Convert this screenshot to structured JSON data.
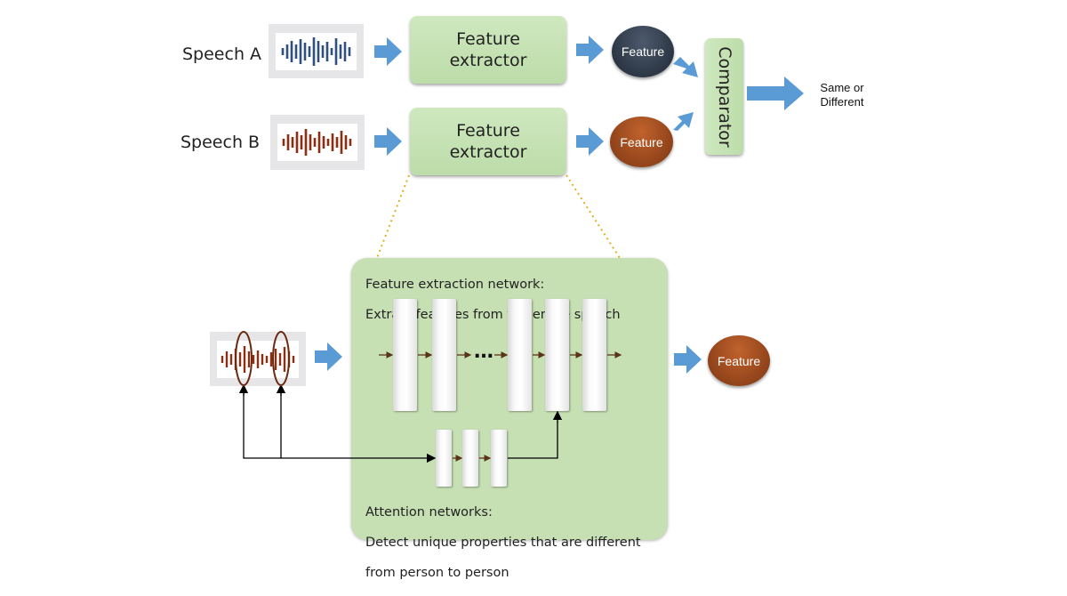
{
  "speech_a": {
    "label": "Speech A"
  },
  "speech_b": {
    "label": "Speech B"
  },
  "extractor_top": {
    "label": "Feature extractor"
  },
  "extractor_bottom": {
    "label": "Feature extractor"
  },
  "feature_a": {
    "label": "Feature"
  },
  "feature_b": {
    "label": "Feature"
  },
  "comparator": {
    "label": "Comparator"
  },
  "result": {
    "line1": "Same or",
    "line2": "Different"
  },
  "network": {
    "title": "Feature extraction network:",
    "subtitle": "Extract features from the entire speech",
    "ellipsis": "…",
    "attention_title": "Attention networks:",
    "attention_desc_1": "Detect unique properties that are different",
    "attention_desc_2": "from person to person"
  },
  "feature_out": {
    "label": "Feature"
  },
  "colors": {
    "wave_blue": "#2f4f7f",
    "wave_brown": "#8b2f14",
    "arrow_blue": "#5b9bd5",
    "box_green": "#c6e0b4",
    "dotted_connector": "#e0b020",
    "small_arrow": "#5a3418"
  },
  "icons": {
    "waveform": "waveform-icon",
    "arrow": "block-arrow-icon"
  }
}
